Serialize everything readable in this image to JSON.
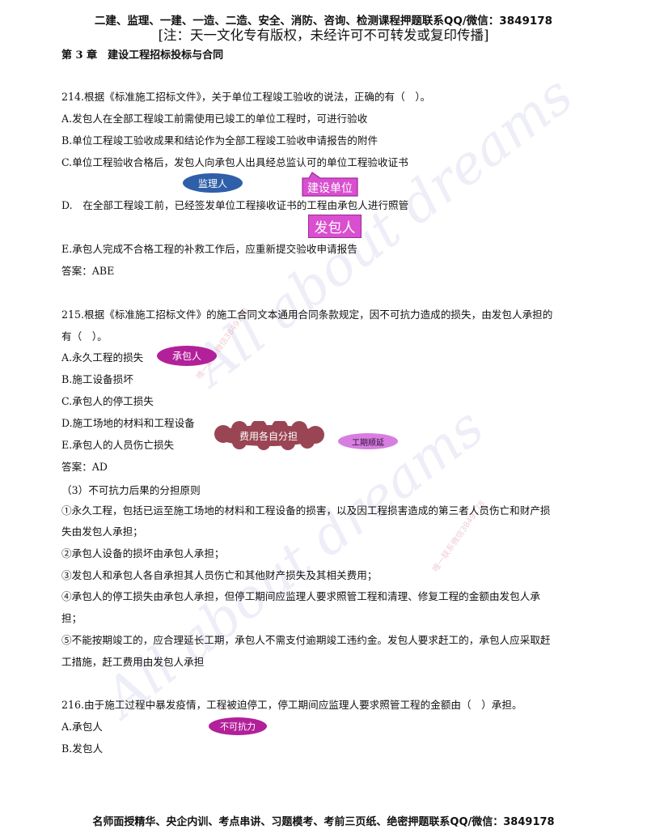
{
  "header": {
    "line1": "二建、监理、一建、一造、二造、安全、消防、咨询、检测课程押题联系QQ/微信：3849178",
    "line2": "[注：天一文化专有版权，未经许可不可转发或复印传播]"
  },
  "chapter_title": "第 3 章　建设工程招标投标与合同",
  "watermarks": {
    "big": "All about dreams",
    "small": "唯一联系微信3849178"
  },
  "q214": {
    "stem": "214.根据《标准施工招标文件》，关于单位工程竣工验收的说法，正确的有（　）。",
    "a": "A.发包人在全部工程竣工前需使用已竣工的单位工程时，可进行验收",
    "b": "B.单位工程竣工验收成果和结论作为全部工程竣工验收申请报告的附件",
    "c": "C.单位工程验收合格后，发包人向承包人出具经总监认可的单位工程验收证书",
    "d": "D.　在全部工程竣工前，已经签发单位工程接收证书的工程由承包人进行照管",
    "e": "E.承包人完成不合格工程的补救工作后，应重新提交验收申请报告",
    "answer": "答案：ABE",
    "note_supervisor": "监理人",
    "note_builder": "建设单位",
    "note_employer": "发包人"
  },
  "q215": {
    "stem_line1": "215.根据《标准施工招标文件》的施工合同文本通用合同条款规定，因不可抗力造成的损失，由发包人承担的",
    "stem_line2": "有（　）。",
    "a": "A.永久工程的损失",
    "b": "B.施工设备损坏",
    "c": "C.承包人的停工损失",
    "d": "D.施工场地的材料和工程设备",
    "e": "E.承包人的人员伤亡损失",
    "answer": "答案：AD",
    "note_contractor": "承包人",
    "note_cost": "费用各自分担",
    "note_delay": "工期顺延"
  },
  "principles": {
    "title": "（3）不可抗力后果的分担原则",
    "p1_line1": "①永久工程，包括已运至施工场地的材料和工程设备的损害，以及因工程损害造成的第三者人员伤亡和财产损",
    "p1_line2": "失由发包人承担；",
    "p2": "②承包人设备的损坏由承包人承担；",
    "p3": "③发包人和承包人各自承担其人员伤亡和其他财产损失及其相关费用；",
    "p4_line1": "④承包人的停工损失由承包人承担，但停工期间应监理人要求照管工程和清理、修复工程的金额由发包人承",
    "p4_line2": "担；",
    "p5_line1": "⑤不能按期竣工的，应合理延长工期，承包人不需支付逾期竣工违约金。发包人要求赶工的，承包人应采取赶",
    "p5_line2": "工措施，赶工费用由发包人承担"
  },
  "q216": {
    "stem": "216.由于施工过程中暴发疫情，工程被迫停工，停工期间应监理人要求照管工程的金额由（　）承担。",
    "a": "A.承包人",
    "b": "B.发包人",
    "note_force": "不可抗力"
  },
  "footer": "名师面授精华、央企内训、考点串讲、习题模考、考前三页纸、绝密押题联系QQ/微信：3849178",
  "colors": {
    "note_blue": "#2f5fa8",
    "note_pink": "#d94fd0",
    "note_purple": "#b2209a",
    "note_cloud": "#9a4553",
    "note_violet": "#d77ee0"
  }
}
